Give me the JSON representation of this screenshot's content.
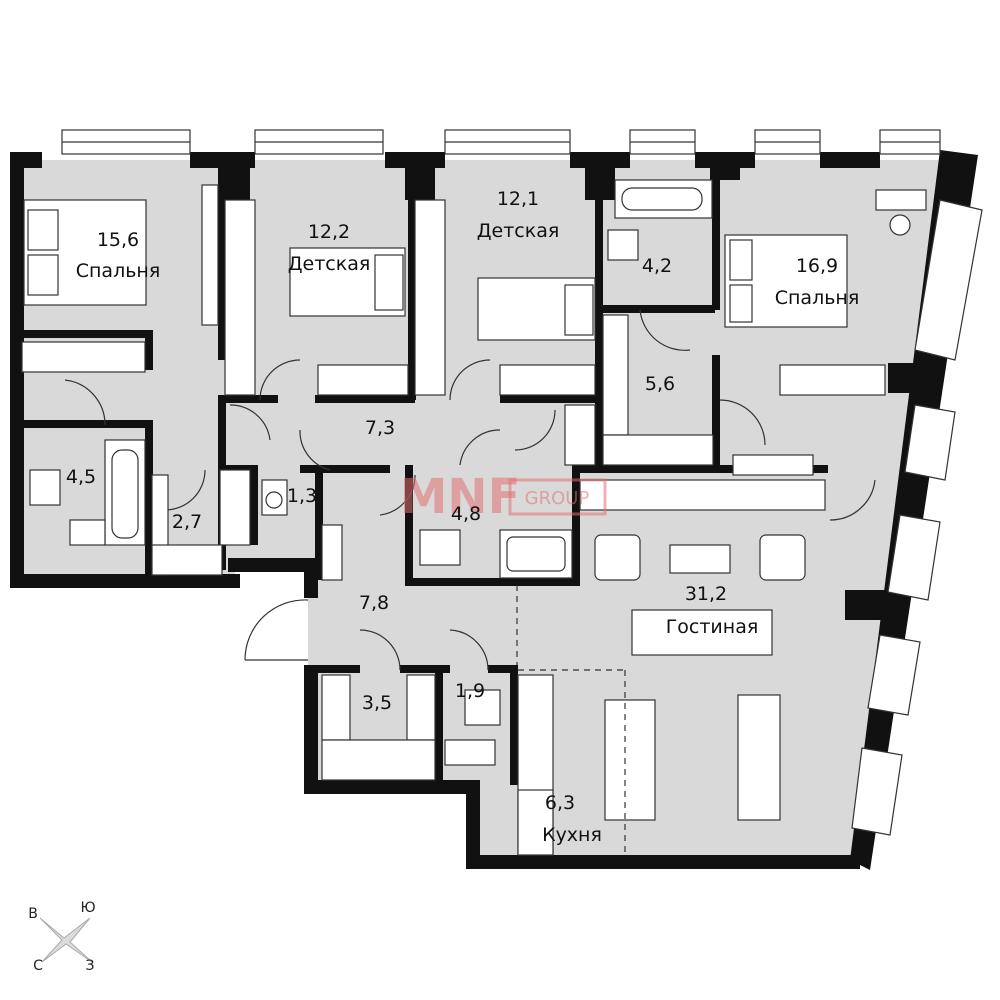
{
  "watermark": {
    "brand": "MNF",
    "sub": "GROUP",
    "color": "#e07070"
  },
  "colors": {
    "floor": "#d9d9d9",
    "wall": "#111111",
    "fixture": "#ffffff"
  },
  "rooms": [
    {
      "id": "bedroom-1",
      "area": "15,6",
      "name": "Спальня"
    },
    {
      "id": "kids-room-1",
      "area": "12,2",
      "name": "Детская"
    },
    {
      "id": "kids-room-2",
      "area": "12,1",
      "name": "Детская"
    },
    {
      "id": "bathroom-1",
      "area": "4,2",
      "name": ""
    },
    {
      "id": "bedroom-2",
      "area": "16,9",
      "name": "Спальня"
    },
    {
      "id": "closet-1",
      "area": "5,6",
      "name": ""
    },
    {
      "id": "hall-1",
      "area": "7,3",
      "name": ""
    },
    {
      "id": "bathroom-2",
      "area": "4,5",
      "name": ""
    },
    {
      "id": "closet-2",
      "area": "2,7",
      "name": ""
    },
    {
      "id": "storage-1",
      "area": "1,3",
      "name": ""
    },
    {
      "id": "bathroom-3",
      "area": "4,8",
      "name": ""
    },
    {
      "id": "living-room",
      "area": "31,2",
      "name": "Гостиная"
    },
    {
      "id": "hall-2",
      "area": "7,8",
      "name": ""
    },
    {
      "id": "closet-3",
      "area": "3,5",
      "name": ""
    },
    {
      "id": "toilet",
      "area": "1,9",
      "name": ""
    },
    {
      "id": "kitchen",
      "area": "6,3",
      "name": "Кухня"
    }
  ],
  "compass": {
    "north_west": "В",
    "north_east": "Ю",
    "south_west": "С",
    "south_east": "З"
  }
}
